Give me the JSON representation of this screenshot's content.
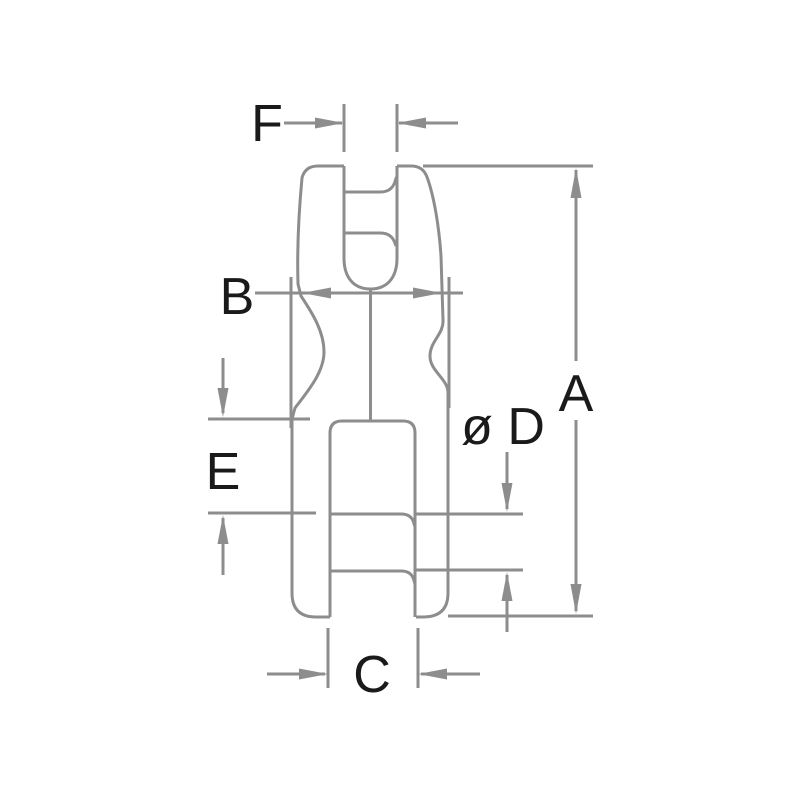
{
  "labels": {
    "A": "A",
    "B": "B",
    "C": "C",
    "D": "ø D",
    "E": "E",
    "F": "F"
  },
  "colors": {
    "background": "#ffffff",
    "line": "#8d8d8d",
    "label": "#1a1a1a"
  }
}
